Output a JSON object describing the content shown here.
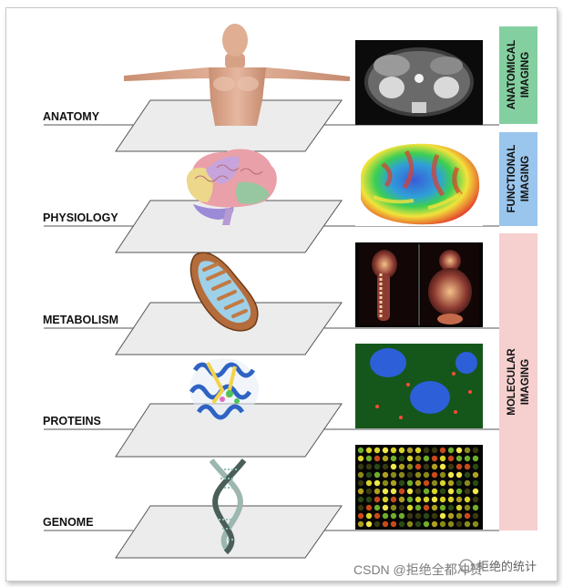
{
  "levels": [
    {
      "label": "ANATOMY"
    },
    {
      "label": "PHYSIOLOGY"
    },
    {
      "label": "METABOLISM"
    },
    {
      "label": "PROTEINS"
    },
    {
      "label": "GENOME"
    }
  ],
  "bands": [
    {
      "line1": "ANATOMICAL",
      "line2": "IMAGING",
      "color": "#84cfa0"
    },
    {
      "line1": "FUNCTIONAL",
      "line2": "IMAGING",
      "color": "#9ac5ec"
    },
    {
      "line1": "MOLECULAR",
      "line2": "IMAGING",
      "color": "#f6cfcf"
    }
  ],
  "watermark": {
    "source": "CSDN @拒绝全都冲赞",
    "account": "拒绝的统计"
  }
}
